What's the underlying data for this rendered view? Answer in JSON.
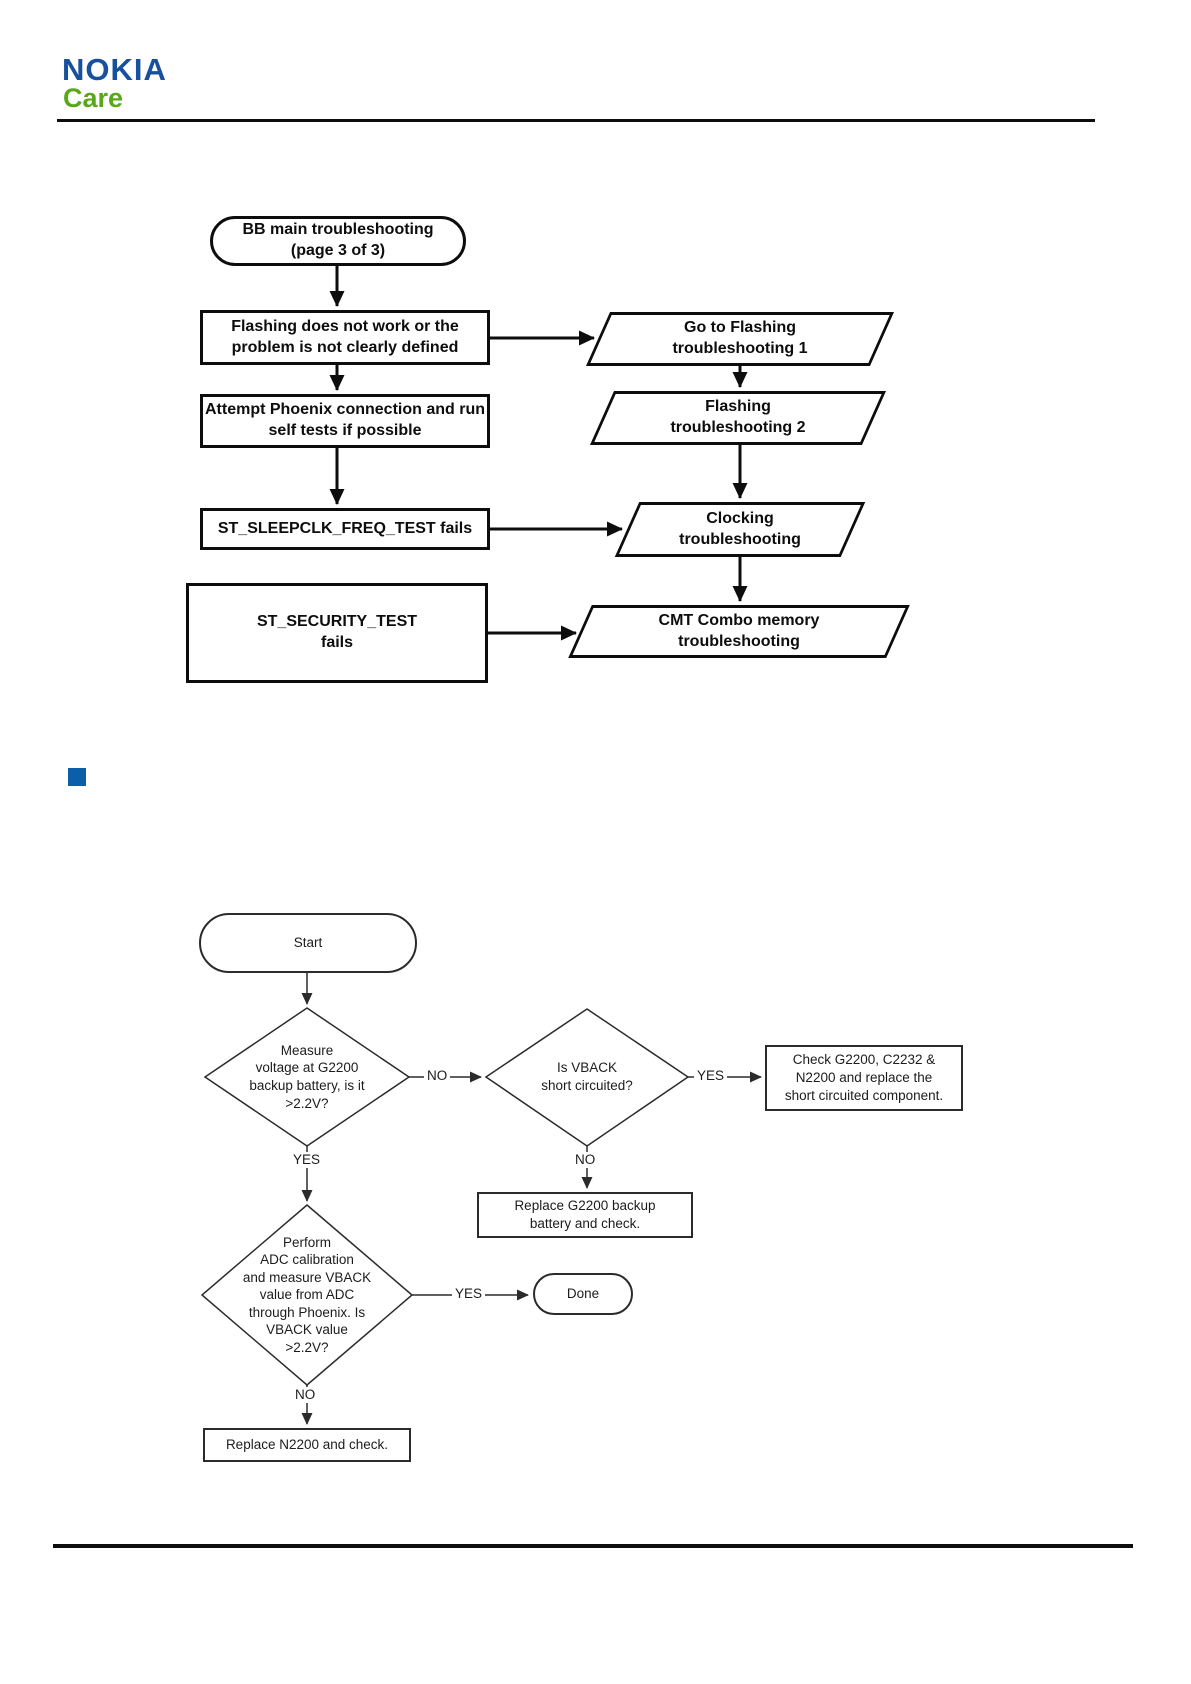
{
  "header": {
    "logo_primary": "NOKIA",
    "logo_secondary": "Care",
    "colors": {
      "logo_primary": "#17509E",
      "logo_secondary": "#5AA71B",
      "section_bullet": "#0B5FA8"
    }
  },
  "flowchart1": {
    "start": {
      "line1": "BB main troubleshooting",
      "line2": "(page 3 of 3)"
    },
    "boxes": {
      "flashing": {
        "line1": "Flashing does not work or the",
        "line2": "problem is not clearly defined"
      },
      "phoenix": {
        "line1": "Attempt Phoenix connection and run",
        "line2": "self tests if possible"
      },
      "sleepclk": {
        "line1": "ST_SLEEPCLK_FREQ_TEST fails"
      },
      "security": {
        "line1": "ST_SECURITY_TEST",
        "line2": "fails"
      }
    },
    "references": {
      "flashing1": {
        "line1": "Go to Flashing",
        "line2": "troubleshooting 1"
      },
      "flashing2": {
        "line1": "Flashing",
        "line2": "troubleshooting 2"
      },
      "clocking": {
        "line1": "Clocking",
        "line2": "troubleshooting"
      },
      "cmt": {
        "line1": "CMT Combo memory",
        "line2": "troubleshooting"
      }
    }
  },
  "flowchart2": {
    "start": "Start",
    "terminal": "Done",
    "decisions": {
      "measure": {
        "lines": [
          "Measure",
          "voltage at G2200",
          "backup battery, is it",
          ">2.2V?"
        ]
      },
      "vback_short": {
        "lines": [
          "Is VBACK",
          "short circuited?"
        ]
      },
      "adc": {
        "lines": [
          "Perform",
          "ADC calibration",
          "and measure VBACK",
          "value from ADC",
          "through Phoenix. Is",
          "VBACK value",
          ">2.2V?"
        ]
      }
    },
    "boxes": {
      "check_components": {
        "lines": [
          "Check G2200, C2232 &",
          "N2200 and replace the",
          "short circuited component."
        ]
      },
      "replace_battery": {
        "lines": [
          "Replace G2200 backup",
          "battery and check."
        ]
      },
      "replace_n2200": {
        "lines": [
          "Replace N2200 and check."
        ]
      }
    },
    "labels": {
      "no": "NO",
      "yes": "YES"
    }
  }
}
